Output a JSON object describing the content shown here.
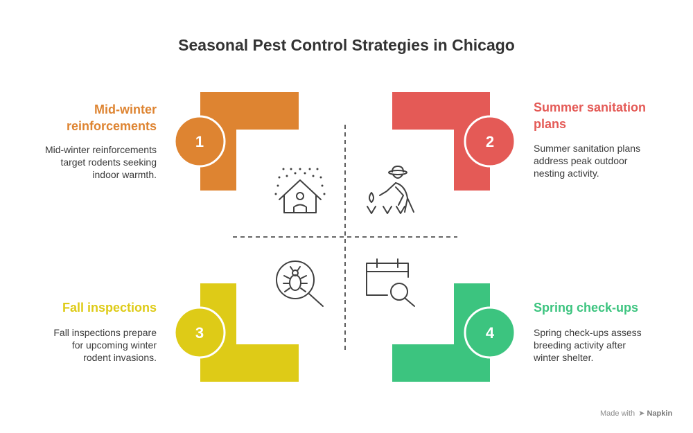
{
  "title": "Seasonal Pest Control Strategies in Chicago",
  "colors": {
    "orange": "#DE8431",
    "red": "#E45A56",
    "yellow": "#DECB17",
    "green": "#3CC47F",
    "icon_stroke": "#404040",
    "divider": "#333333"
  },
  "items": [
    {
      "number": "1",
      "title_line1": "Mid-winter",
      "title_line2": "reinforcements",
      "desc_line1": "Mid-winter reinforcements",
      "desc_line2": "target rodents seeking",
      "desc_line3": "indoor warmth.",
      "color": "#DE8431",
      "icon": "house-snow-icon"
    },
    {
      "number": "2",
      "title_line1": "Summer sanitation",
      "title_line2": "plans",
      "desc_line1": "Summer sanitation plans",
      "desc_line2": "address peak outdoor",
      "desc_line3": "nesting activity.",
      "color": "#E45A56",
      "icon": "gardener-icon"
    },
    {
      "number": "3",
      "title_line1": "Fall inspections",
      "desc_line1": "Fall inspections prepare",
      "desc_line2": "for upcoming winter",
      "desc_line3": "rodent invasions.",
      "color": "#DECB17",
      "icon": "bug-magnifier-icon"
    },
    {
      "number": "4",
      "title_line1": "Spring check-ups",
      "desc_line1": "Spring check-ups assess",
      "desc_line2": "breeding activity after",
      "desc_line3": "winter shelter.",
      "color": "#3CC47F",
      "icon": "calendar-search-icon"
    }
  ],
  "footer": {
    "prefix": "Made with",
    "brand": "Napkin"
  }
}
